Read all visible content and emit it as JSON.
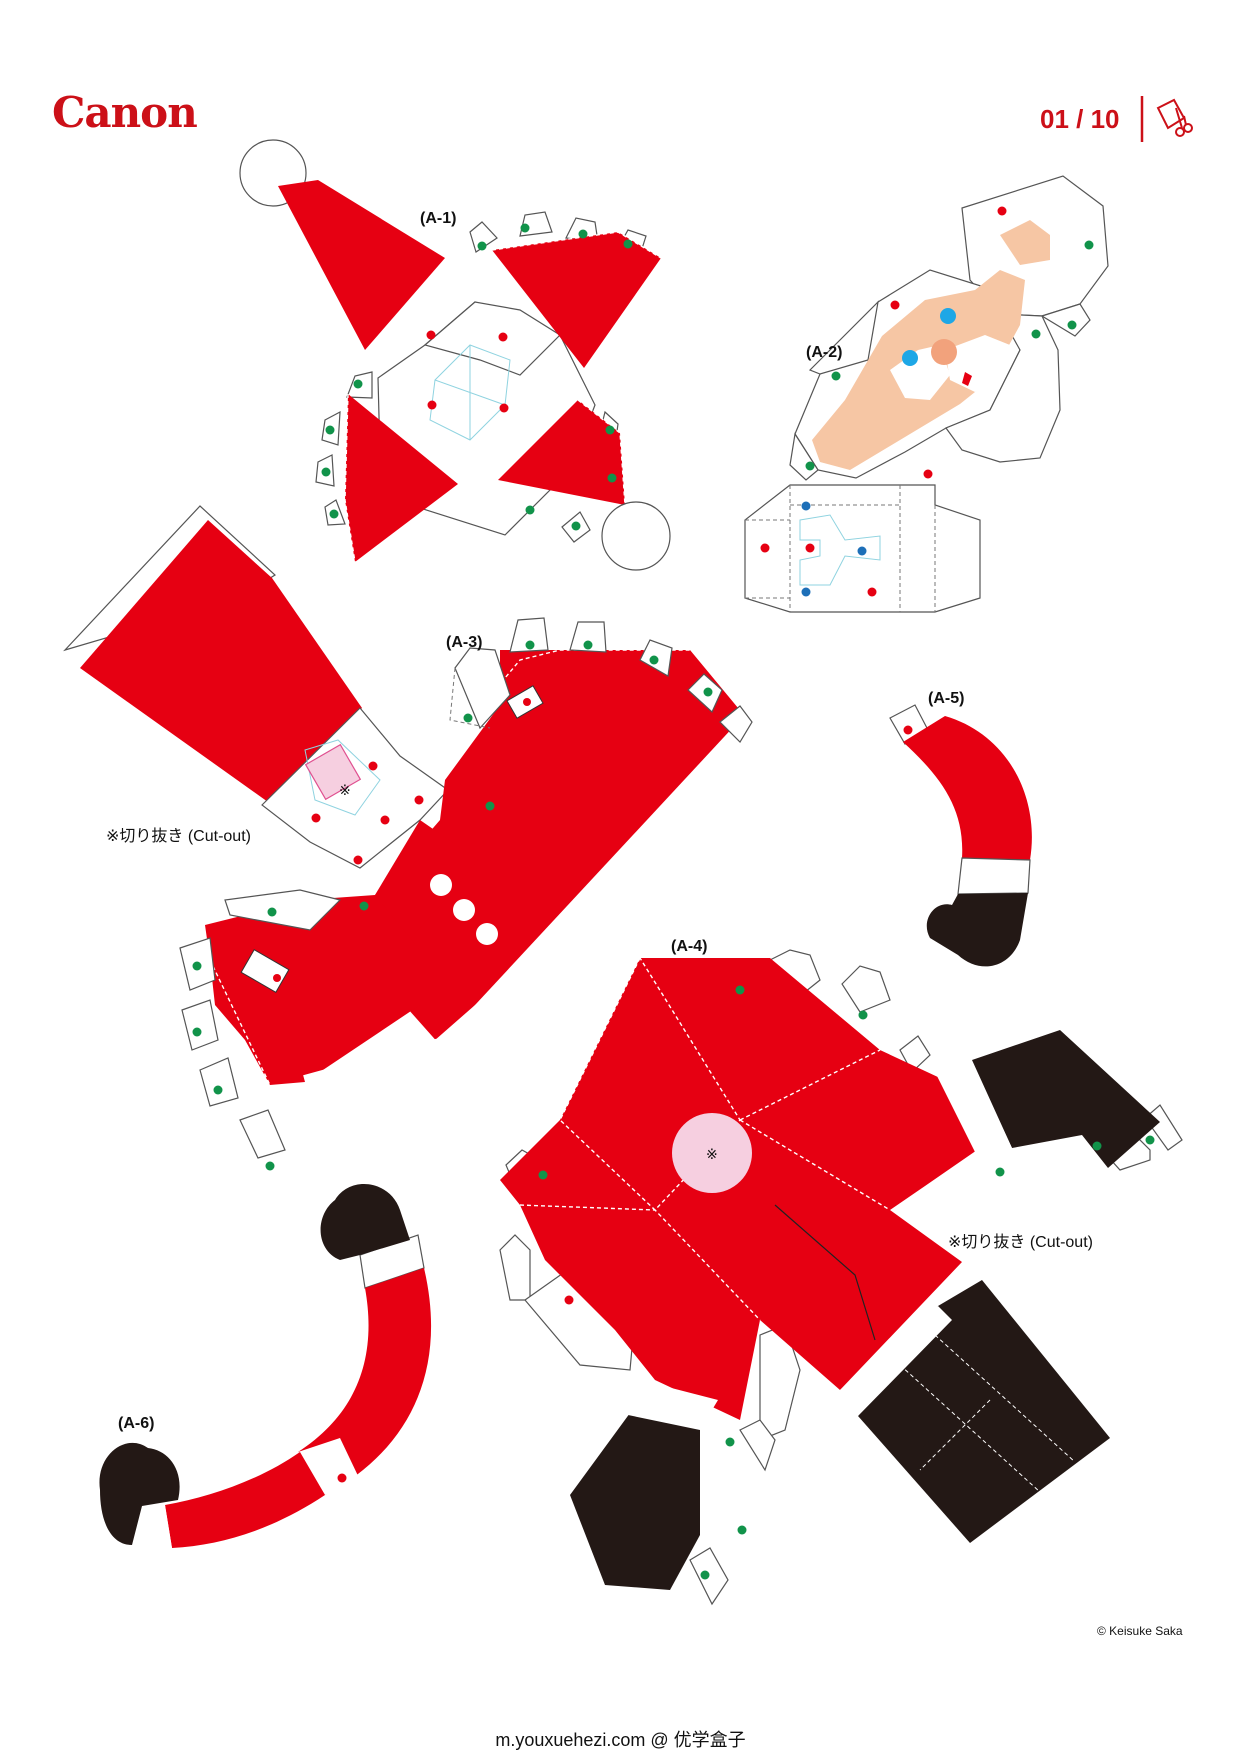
{
  "header": {
    "brand": "Canon",
    "page_number": "01 / 10"
  },
  "parts": {
    "a1": "(A-1)",
    "a2": "(A-2)",
    "a3": "(A-3)",
    "a4": "(A-4)",
    "a5": "(A-5)",
    "a6": "(A-6)"
  },
  "notes": {
    "cutout_a3": "※切り抜き (Cut-out)",
    "cutout_a4": "※切り抜き (Cut-out)",
    "mark": "※"
  },
  "footer": {
    "credit": "© Keisuke Saka",
    "watermark": "m.youxuehezi.com @ 优学盒子"
  },
  "colors": {
    "brand_red": "#cc1018",
    "suit_red": "#e60012",
    "boot_black": "#231815",
    "fold_green": "#11934a",
    "fold_red": "#e60012",
    "fold_blue": "#1d6fb8",
    "skin": "#f6c6a4",
    "cutout_pink": "#f6cfe0",
    "eye_blue": "#1ea7e6"
  }
}
